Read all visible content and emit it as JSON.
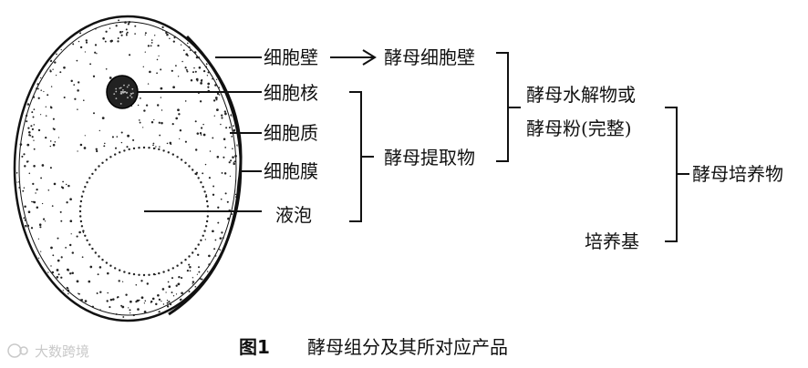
{
  "cell_labels": {
    "wall": "细胞壁",
    "nucleus": "细胞核",
    "cytoplasm": "细胞质",
    "membrane": "细胞膜",
    "vacuole": "液泡"
  },
  "products": {
    "cell_wall": "酵母细胞壁",
    "extract": "酵母提取物",
    "hydrolysate_line1": "酵母水解物或",
    "hydrolysate_line2": "酵母粉(完整)",
    "medium": "培养基",
    "culture": "酵母培养物"
  },
  "caption": {
    "number": "图1",
    "title": "酵母组分及其所对应产品"
  },
  "watermark": "大数跨境",
  "colors": {
    "ink": "#111111",
    "watermark": "#c9c9c9"
  }
}
